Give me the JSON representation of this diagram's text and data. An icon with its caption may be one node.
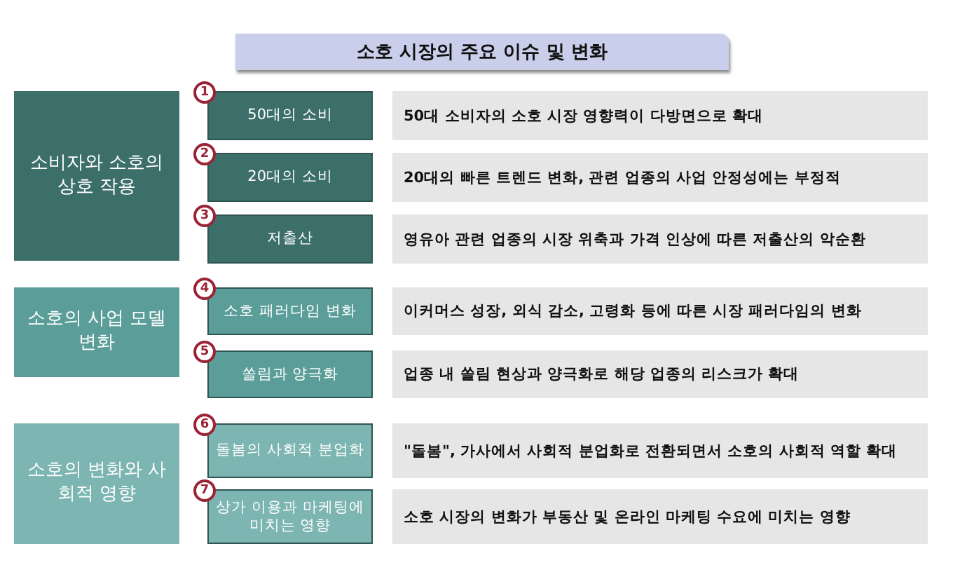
{
  "diagram": {
    "title": "소호 시장의 주요 이슈 및 변화",
    "nodes": [
      {
        "text": [
          "소비자와 소호의 상호 작용"
        ]
      },
      {
        "text": [
          "50대의 소비"
        ]
      },
      {
        "text": [
          "50대 소비자의 소호 시장 영향력이 다방면으로 확대"
        ]
      },
      {
        "text": [
          "20대의 소비"
        ]
      },
      {
        "text": [
          "20대의 빠른 트렌드 변화, 관련 업종의 사업 안정성에는 부정적"
        ]
      },
      {
        "text": [
          "저출산"
        ]
      },
      {
        "text": [
          "영유아 관련 업종의 시장 위축과 가격 인상에 따른 저출산의 악순환"
        ]
      },
      {
        "text": [
          "소호의 사업 모델 변화"
        ]
      },
      {
        "text": [
          "소호 패러다임 변화"
        ]
      },
      {
        "text": [
          "이커머스 성장, 외식 감소, 고령화 등에 따른 시장 패러다임의 변화"
        ]
      },
      {
        "text": [
          "쏠림과 양극화"
        ]
      },
      {
        "text": [
          "업종 내 쏠림 현상과 양극화로 해당 업종의 리스크가 확대"
        ]
      },
      {
        "text": [
          "소호의 변화와 사회적 영향"
        ]
      },
      {
        "text": [
          "돌봄의 사회적 분업화"
        ]
      },
      {
        "text": [
          "\"돌봄\", 가사에서 사회적 분업화로 전환되면서 소호의 사회적 역할 확대"
        ]
      },
      {
        "text": [
          "상가 이용과 마케팅에 미치는 영향"
        ]
      },
      {
        "text": [
          "소호 시장의 변화가 부동산 및 온라인 마케팅 수요에 미치는 영향"
        ]
      }
    ],
    "labels": [
      "1",
      "2",
      "3",
      "4",
      "5",
      "6",
      "7"
    ]
  }
}
